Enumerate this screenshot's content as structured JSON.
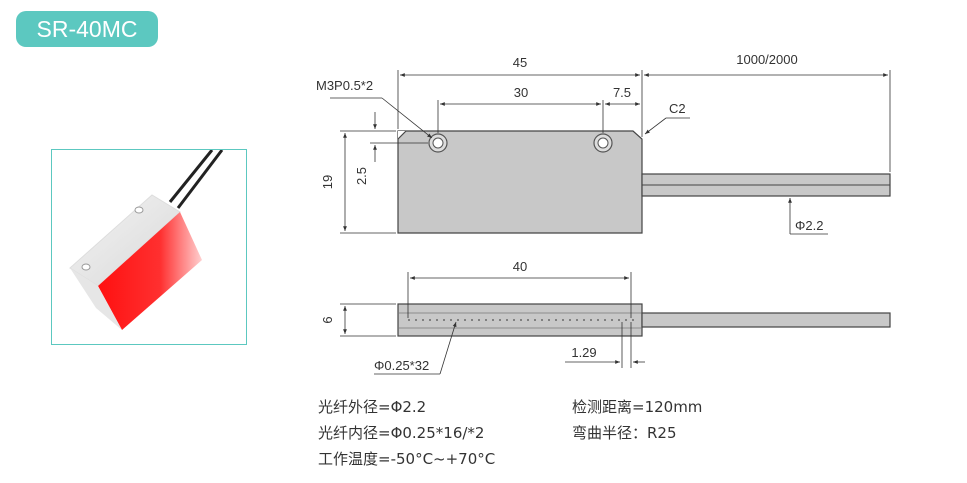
{
  "model": "SR-40MC",
  "dimensions": {
    "total_length": "45",
    "cable_length": "1000/2000",
    "hole_spacing": "30",
    "hole_edge_offset": "7.5",
    "chamfer": "C2",
    "screw_spec": "M3P0.5*2",
    "height": "19",
    "hole_height": "2.5",
    "cable_diameter": "Φ2.2",
    "emitting_length": "40",
    "thickness": "6",
    "fiber_spec": "Φ0.25*32",
    "end_offset": "1.29"
  },
  "specs": {
    "outer_diameter": "光纤外径=Φ2.2",
    "inner_diameter": "光纤内径=Φ0.25*16/*2",
    "temperature": "工作温度=-50°C~+70°C",
    "detection_distance": "检测距离=120mm",
    "bend_radius": "弯曲半径：R25"
  },
  "colors": {
    "badge": "#5cc8c0",
    "body_fill": "#c8c8c8",
    "emitter_red": "#ff1a1a"
  }
}
